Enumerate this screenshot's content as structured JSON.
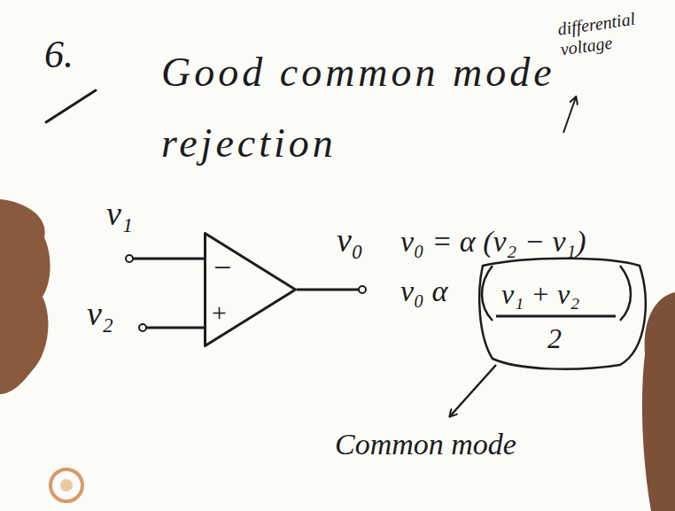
{
  "diagram": {
    "title": "Good common mode rejection",
    "nodes": [
      {
        "text": [
          "−",
          "+"
        ]
      }
    ],
    "labels": [
      "6.",
      "differential voltage",
      "v₁",
      "v₂",
      "v₀",
      "v₀ = α (v₂ − v₁)",
      "v₀ α",
      "v₁ + v₂",
      "2",
      "Common mode"
    ]
  }
}
